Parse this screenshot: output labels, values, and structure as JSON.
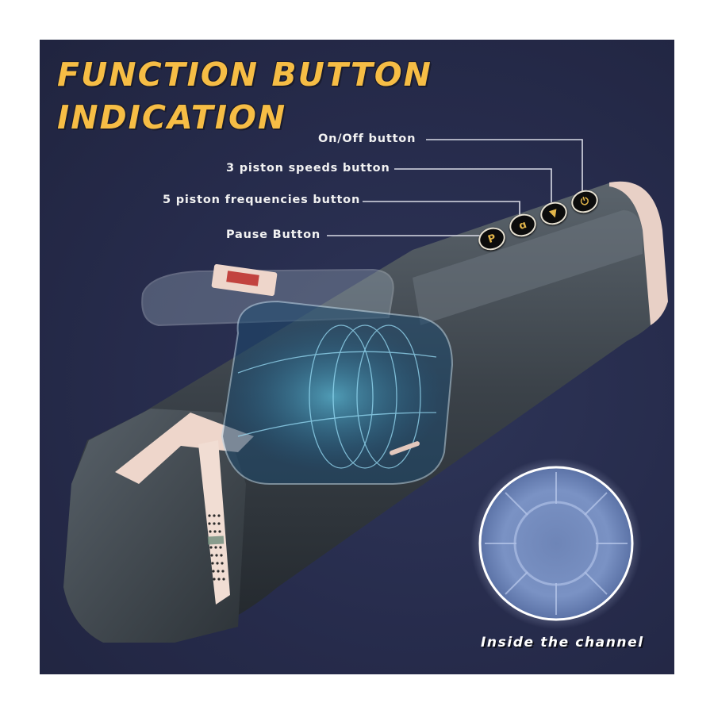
{
  "title": {
    "line1": "FUNCTION BUTTON",
    "line2": "INDICATION",
    "color": "#f6bd45"
  },
  "callouts": [
    {
      "label": "On/Off button",
      "icon": "power-icon",
      "glyph": "⏻"
    },
    {
      "label": "3 piston speeds button",
      "icon": "triangle-play-icon",
      "glyph": "▼"
    },
    {
      "label": "5 piston frequencies button",
      "icon": "frequency-icon",
      "glyph": "ɑ"
    },
    {
      "label": "Pause Button",
      "icon": "pause-p-icon",
      "glyph": "P"
    }
  ],
  "inset": {
    "caption": "Inside the channel"
  },
  "colors": {
    "background": "#262b4b",
    "body": "#3a4047",
    "accent_rose_gold": "#ecd2c6",
    "channel_blue": "#6f86b8"
  }
}
